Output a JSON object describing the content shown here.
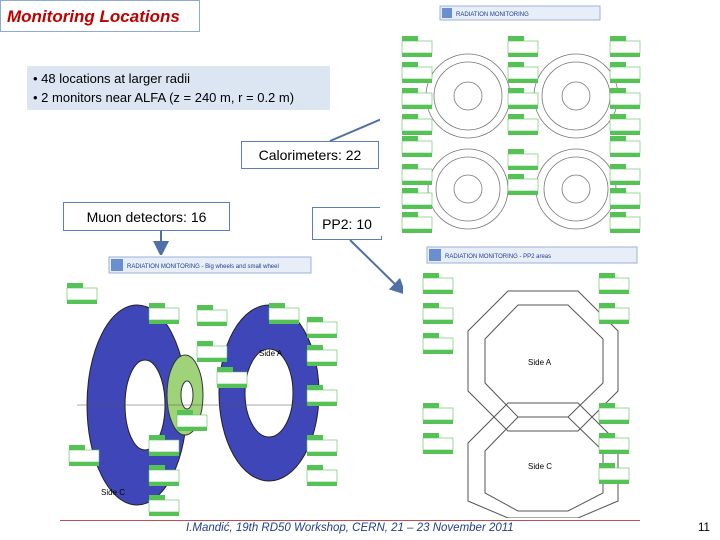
{
  "slide": {
    "title": "Monitoring Locations",
    "bullets": [
      "• 48 locations at larger radii",
      "• 2 monitors near ALFA (z = 240 m, r = 0.2 m)"
    ],
    "labels": {
      "calorimeters": "Calorimeters: 22",
      "muon": "Muon detectors: 16",
      "pp2": "PP2: 10"
    },
    "footer": "I.Mandić, 19th RD50 Workshop, CERN, 21 – 23 November 2011",
    "page_number": "11"
  },
  "screens": {
    "calorimeters_header": "RADIATION MONITORING",
    "muon_header": "RADIATION MONITORING - Big wheels and small wheel",
    "muon_side_a": "Side A",
    "muon_side_c": "Side C",
    "pp2_header": "RADIATION MONITORING - PP2 areas",
    "pp2_side_a": "Side A",
    "pp2_side_c": "Side C"
  },
  "colors": {
    "title": "#c00000",
    "accent_blue": "#1f3f8f",
    "arrow": "#4f6fa6",
    "chip_green": "#55c255",
    "wheel_blue": "#3e46b8",
    "small_wheel_green": "#9fd37a"
  }
}
